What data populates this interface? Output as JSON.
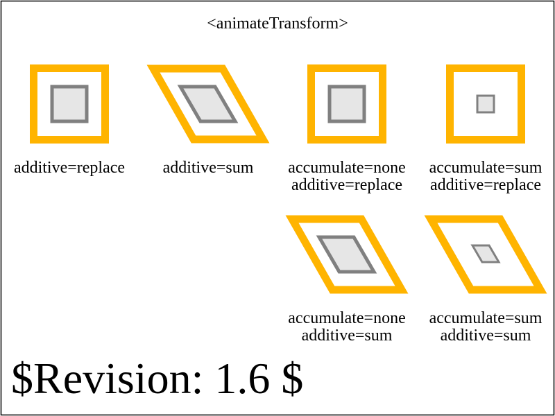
{
  "title": "<animateTransform>",
  "revision": "$Revision: 1.6 $",
  "colors": {
    "outer_stroke": "#FFB400",
    "inner_stroke": "#808080",
    "inner_fill": "#E6E6E6",
    "frame": "#000000",
    "background": "#FFFFFF"
  },
  "panels": [
    {
      "id": "additive-replace",
      "line1": "additive=replace",
      "line2": ""
    },
    {
      "id": "additive-sum",
      "line1": "additive=sum",
      "line2": ""
    },
    {
      "id": "accumulate-none-additive-replace",
      "line1": "accumulate=none",
      "line2": "additive=replace"
    },
    {
      "id": "accumulate-sum-additive-replace",
      "line1": "accumulate=sum",
      "line2": "additive=replace"
    },
    {
      "id": "accumulate-none-additive-sum",
      "line1": "accumulate=none",
      "line2": "additive=sum"
    },
    {
      "id": "accumulate-sum-additive-sum",
      "line1": "accumulate=sum",
      "line2": "additive=sum"
    }
  ]
}
